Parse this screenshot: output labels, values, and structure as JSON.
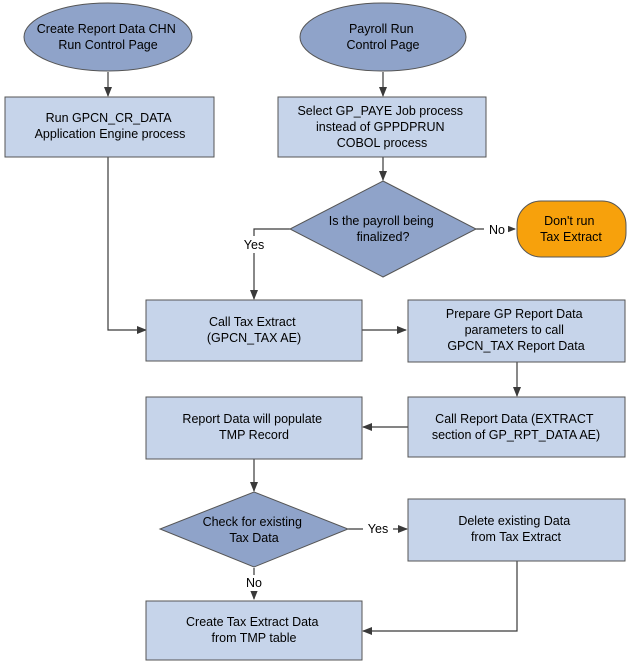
{
  "colors": {
    "oval_fill": "#8fa3c9",
    "box_fill": "#c6d4ea",
    "diamond_fill": "#8fa3c9",
    "terminal_fill": "#f7a10c",
    "stroke": "#555555"
  },
  "nodes": {
    "start_report": {
      "lines": [
        "Create Report Data CHN",
        "Run Control Page"
      ]
    },
    "start_payroll": {
      "lines": [
        "Payroll Run",
        "Control Page"
      ]
    },
    "run_gpcn": {
      "lines": [
        "Run GPCN_CR_DATA",
        "Application Engine process"
      ]
    },
    "select_paye": {
      "lines": [
        "Select GP_PAYE Job process",
        "instead of GPPDPRUN",
        "COBOL process"
      ]
    },
    "decision_finalized": {
      "lines": [
        "Is the payroll being",
        "finalized?"
      ]
    },
    "dont_run": {
      "lines": [
        "Don't run",
        "Tax Extract"
      ]
    },
    "call_tax_extract": {
      "lines": [
        "Call Tax Extract",
        "(GPCN_TAX AE)"
      ]
    },
    "prepare_params": {
      "lines": [
        "Prepare GP Report Data",
        "parameters to call",
        "GPCN_TAX Report Data"
      ]
    },
    "call_report_data": {
      "lines": [
        "Call Report Data (EXTRACT",
        "section of GP_RPT_DATA AE)"
      ]
    },
    "populate_tmp": {
      "lines": [
        "Report Data will populate",
        "TMP Record"
      ]
    },
    "decision_existing": {
      "lines": [
        "Check for existing",
        "Tax Data"
      ]
    },
    "delete_existing": {
      "lines": [
        "Delete existing Data",
        "from Tax Extract"
      ]
    },
    "create_extract": {
      "lines": [
        "Create Tax Extract Data",
        "from TMP table"
      ]
    }
  },
  "edge_labels": {
    "finalized_yes": "Yes",
    "finalized_no": "No",
    "existing_yes": "Yes",
    "existing_no": "No"
  }
}
